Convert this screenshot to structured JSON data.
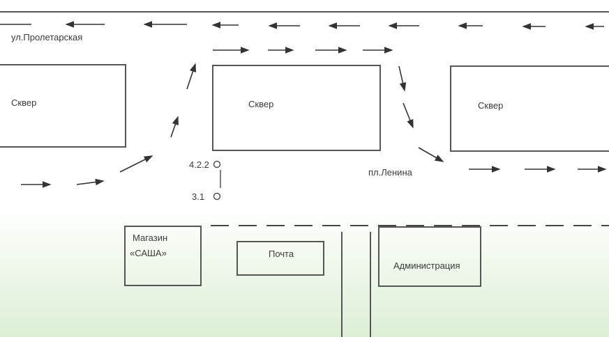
{
  "street_top": "ул.Пролетарская",
  "squares": [
    "Сквер",
    "Сквер",
    "Сквер"
  ],
  "square_name": "пл.Ленина",
  "signs": {
    "upper": "4.2.2",
    "lower": "3.1"
  },
  "shop": {
    "line1": "Магазин",
    "line2": "«САША»"
  },
  "post": "Почта",
  "administration": "Администрация"
}
